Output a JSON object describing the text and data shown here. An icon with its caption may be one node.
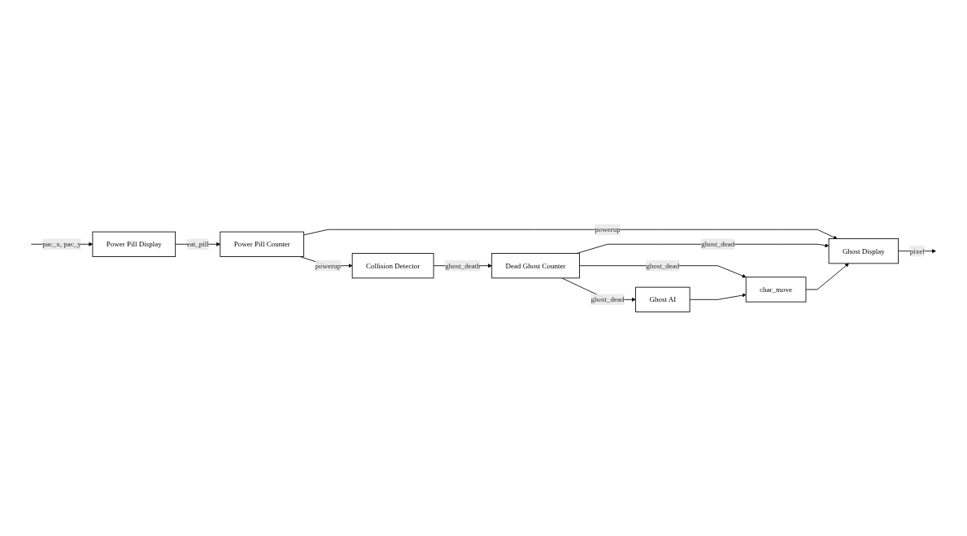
{
  "diagram": {
    "nodes": [
      {
        "text": [
          "Power Pill Display"
        ]
      },
      {
        "text": [
          "Power Pill Counter"
        ]
      },
      {
        "text": [
          "Collision Detector"
        ]
      },
      {
        "text": [
          "Dead Ghost Counter"
        ]
      },
      {
        "text": [
          "Ghost AI"
        ]
      },
      {
        "text": [
          "Ghost Display"
        ]
      },
      {
        "text": [
          "char_move"
        ]
      }
    ],
    "edges": [
      {
        "from": null,
        "to": 0,
        "arrow": "to",
        "label": "pac_x, pac_y"
      },
      {
        "from": 0,
        "to": 1,
        "arrow": "to",
        "label": "eat_pill"
      },
      {
        "from": 1,
        "to": 2,
        "arrow": "to",
        "label": "powerup"
      },
      {
        "from": 1,
        "to": 5,
        "arrow": "to",
        "label": "powerup"
      },
      {
        "from": 2,
        "to": 3,
        "arrow": "to",
        "label": "ghost_death"
      },
      {
        "from": 3,
        "to": 5,
        "arrow": "to",
        "label": "ghost_dead"
      },
      {
        "from": 3,
        "to": 4,
        "arrow": "to",
        "label": "ghost_dead"
      },
      {
        "from": 3,
        "to": 6,
        "arrow": "to",
        "label": "ghost_dead"
      },
      {
        "from": 4,
        "to": 6,
        "arrow": "to"
      },
      {
        "from": 6,
        "to": 5,
        "arrow": "to"
      },
      {
        "from": 5,
        "to": null,
        "arrow": "to",
        "label": "pixel"
      }
    ]
  }
}
